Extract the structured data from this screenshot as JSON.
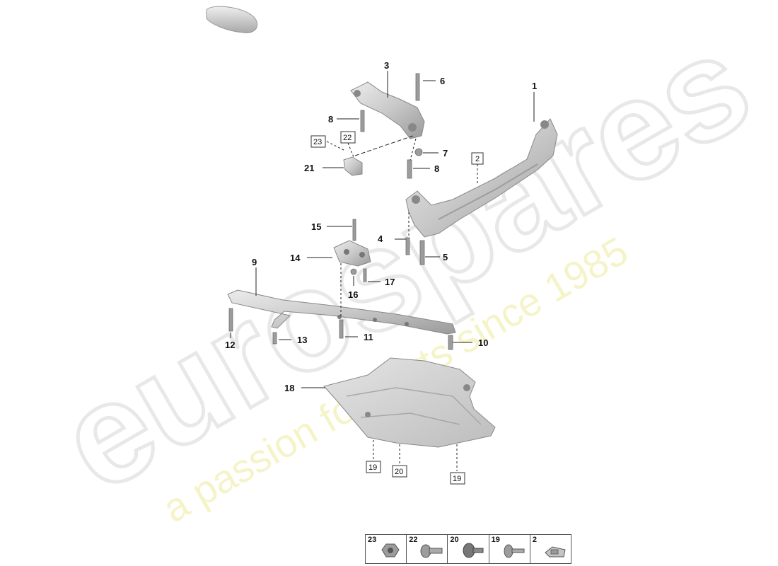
{
  "watermark": {
    "brand": "eurospares",
    "tagline": "a passion for parts since 1985"
  },
  "callouts": [
    {
      "id": "c1",
      "text": "1",
      "boxed": false
    },
    {
      "id": "c2",
      "text": "2",
      "boxed": true
    },
    {
      "id": "c3",
      "text": "3",
      "boxed": false
    },
    {
      "id": "c4",
      "text": "4",
      "boxed": false
    },
    {
      "id": "c5",
      "text": "5",
      "boxed": false
    },
    {
      "id": "c6",
      "text": "6",
      "boxed": false
    },
    {
      "id": "c7",
      "text": "7",
      "boxed": false
    },
    {
      "id": "c8a",
      "text": "8",
      "boxed": false
    },
    {
      "id": "c8b",
      "text": "8",
      "boxed": false
    },
    {
      "id": "c9",
      "text": "9",
      "boxed": false
    },
    {
      "id": "c10",
      "text": "10",
      "boxed": false
    },
    {
      "id": "c11",
      "text": "11",
      "boxed": false
    },
    {
      "id": "c12",
      "text": "12",
      "boxed": false
    },
    {
      "id": "c13",
      "text": "13",
      "boxed": false
    },
    {
      "id": "c14",
      "text": "14",
      "boxed": false
    },
    {
      "id": "c15",
      "text": "15",
      "boxed": false
    },
    {
      "id": "c16",
      "text": "16",
      "boxed": false
    },
    {
      "id": "c17",
      "text": "17",
      "boxed": false
    },
    {
      "id": "c18",
      "text": "18",
      "boxed": false
    },
    {
      "id": "c19a",
      "text": "19",
      "boxed": true
    },
    {
      "id": "c19b",
      "text": "19",
      "boxed": true
    },
    {
      "id": "c20",
      "text": "20",
      "boxed": true
    },
    {
      "id": "c21",
      "text": "21",
      "boxed": false
    },
    {
      "id": "c22",
      "text": "22",
      "boxed": true
    },
    {
      "id": "c23",
      "text": "23",
      "boxed": true
    }
  ],
  "legend": [
    {
      "num": "23",
      "icon": "nut-icon"
    },
    {
      "num": "22",
      "icon": "flange-bolt-icon"
    },
    {
      "num": "20",
      "icon": "expanding-rivet-icon"
    },
    {
      "num": "19",
      "icon": "washer-screw-icon"
    },
    {
      "num": "2",
      "icon": "clip-nut-icon"
    }
  ]
}
